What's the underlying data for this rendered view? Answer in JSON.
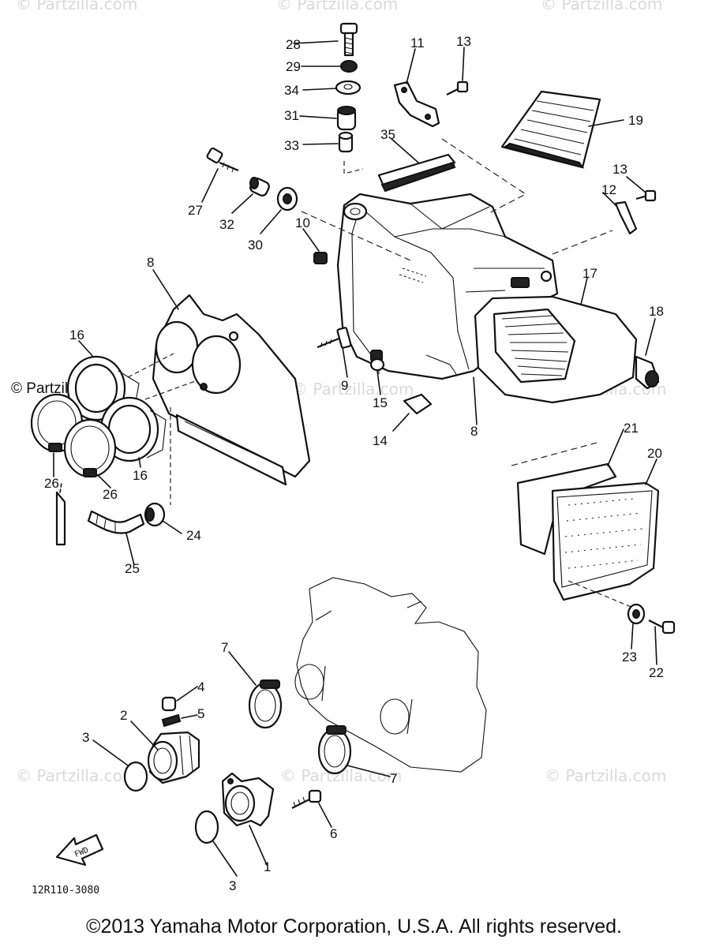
{
  "watermark": "© Partzilla.com",
  "diagram_code": "12R110-3080",
  "fwd_arrow_label": "FWD",
  "copyright": "©2013 Yamaha Motor Corporation, U.S.A. All rights reserved.",
  "callouts": [
    "28",
    "29",
    "34",
    "31",
    "33",
    "11",
    "13",
    "35",
    "19",
    "13",
    "12",
    "27",
    "32",
    "30",
    "10",
    "8",
    "17",
    "18",
    "16",
    "9",
    "15",
    "14",
    "8",
    "16",
    "26",
    "26",
    "21",
    "20",
    "25",
    "24",
    "7",
    "4",
    "5",
    "2",
    "3",
    "7",
    "6",
    "3",
    "1",
    "23",
    "22"
  ]
}
